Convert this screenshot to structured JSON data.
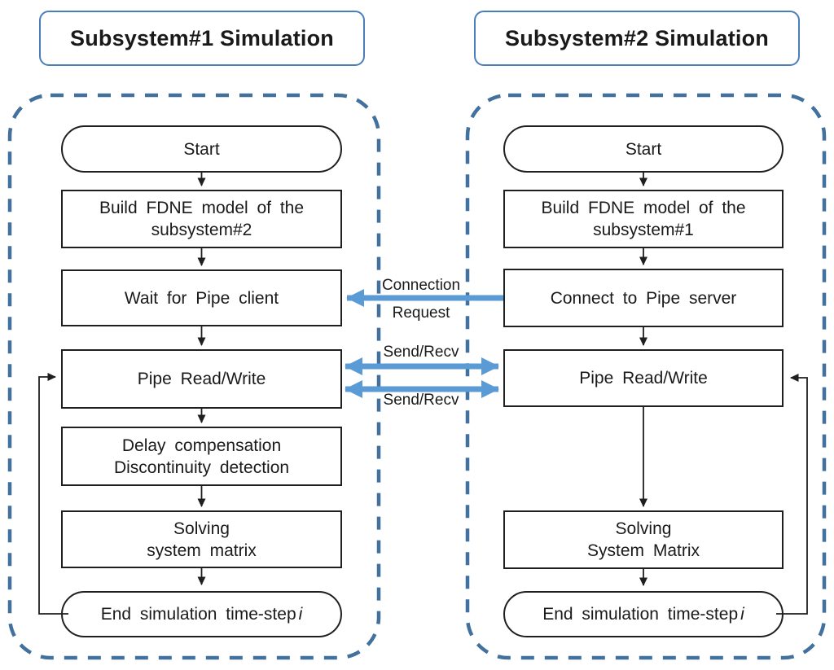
{
  "colors": {
    "accent_arrow_blue": "#5B9BD5",
    "dashed_border_blue": "#41719C",
    "title_border_blue": "#4A7EBB",
    "node_border": "#1f1f1f",
    "text": "#1a1a1a"
  },
  "left_panel": {
    "title": "Subsystem#1 Simulation",
    "nodes": {
      "start": {
        "line1": "Start"
      },
      "build": {
        "line1": "Build FDNE model of the",
        "line2": "subsystem#2"
      },
      "wait": {
        "line1": "Wait for Pipe client"
      },
      "pipe": {
        "line1": "Pipe Read/Write"
      },
      "delay": {
        "line1": "Delay compensation",
        "line2": "Discontinuity detection"
      },
      "solving": {
        "line1": "Solving",
        "line2": "system matrix"
      },
      "end": {
        "line1": "End simulation time-step",
        "italic": "i"
      }
    }
  },
  "right_panel": {
    "title": "Subsystem#2 Simulation",
    "nodes": {
      "start": {
        "line1": "Start"
      },
      "build": {
        "line1": "Build FDNE model of the",
        "line2": "subsystem#1"
      },
      "connect": {
        "line1": "Connect to Pipe server"
      },
      "pipe": {
        "line1": "Pipe Read/Write"
      },
      "solving": {
        "line1": "Solving",
        "line2": "System Matrix"
      },
      "end": {
        "line1": "End simulation time-step",
        "italic": "i"
      }
    }
  },
  "channel_labels": {
    "connection_top": "Connection",
    "connection_bottom": "Request",
    "send_recv_top": "Send/Recv",
    "send_recv_bottom": "Send/Recv"
  }
}
